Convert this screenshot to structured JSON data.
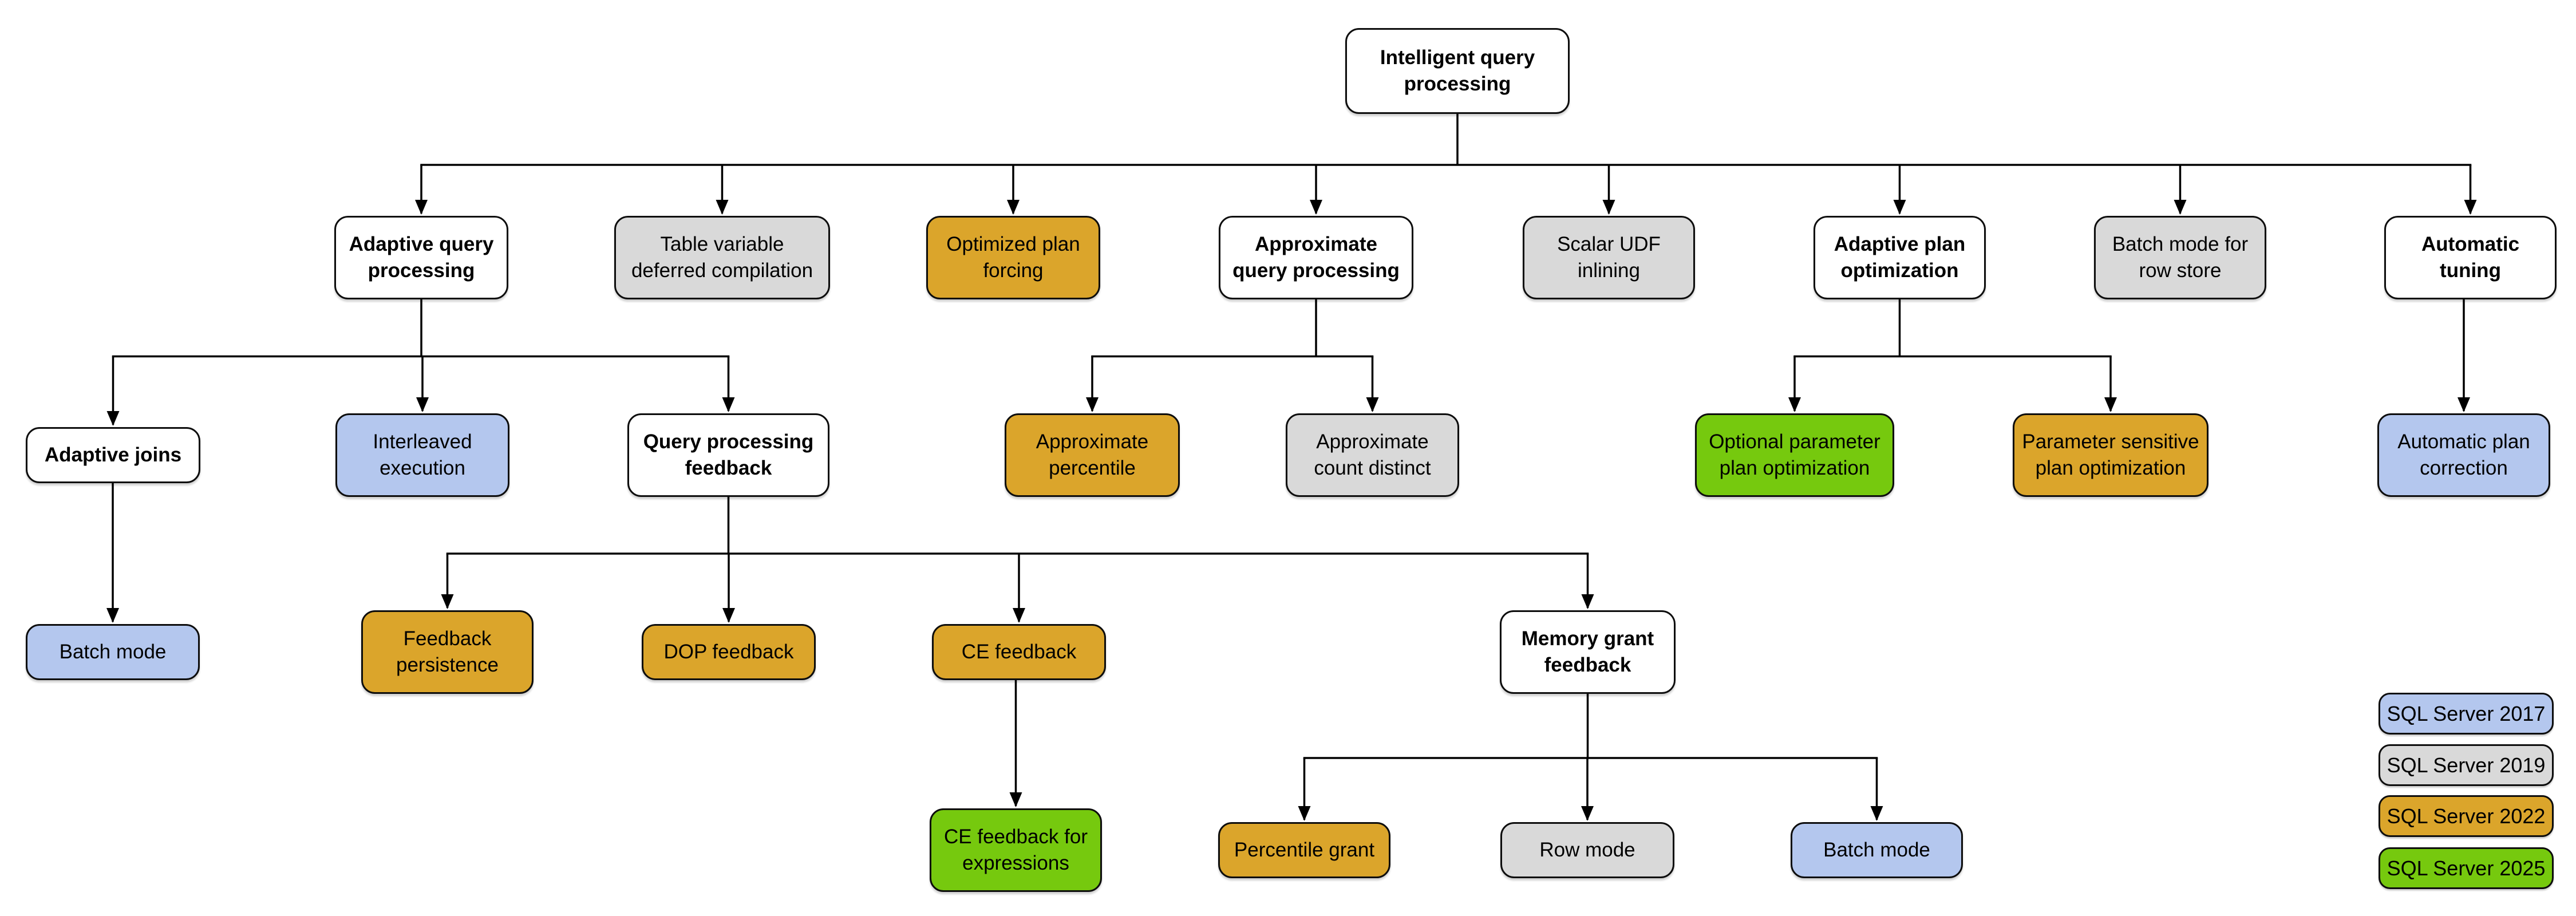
{
  "versions": [
    {
      "id": "2017",
      "label": "SQL Server 2017",
      "color": "#B4C7EE"
    },
    {
      "id": "2019",
      "label": "SQL Server 2019",
      "color": "#D9D9D9"
    },
    {
      "id": "2022",
      "label": "SQL Server 2022",
      "color": "#DBA52B"
    },
    {
      "id": "2025",
      "label": "SQL Server 2025",
      "color": "#76C90E"
    }
  ],
  "node_default_color": "#FFFFFF",
  "nodes": {
    "root": {
      "label": "Intelligent query\nprocessing",
      "version": null
    },
    "adaptive_query_processing": {
      "label": "Adaptive query\nprocessing",
      "version": null
    },
    "table_variable_deferred_compilation": {
      "label": "Table variable\ndeferred compilation",
      "version": "2019"
    },
    "optimized_plan_forcing": {
      "label": "Optimized plan\nforcing",
      "version": "2022"
    },
    "approximate_query_processing": {
      "label": "Approximate\nquery processing",
      "version": null
    },
    "scalar_udf_inlining": {
      "label": "Scalar UDF\ninlining",
      "version": "2019"
    },
    "adaptive_plan_optimization": {
      "label": "Adaptive plan\noptimization",
      "version": null
    },
    "batch_mode_for_row_store": {
      "label": "Batch mode for\nrow store",
      "version": "2019"
    },
    "automatic_tuning": {
      "label": "Automatic\ntuning",
      "version": null
    },
    "adaptive_joins": {
      "label": "Adaptive joins",
      "version": null
    },
    "interleaved_execution": {
      "label": "Interleaved\nexecution",
      "version": "2017"
    },
    "query_processing_feedback": {
      "label": "Query processing\nfeedback",
      "version": null
    },
    "approximate_percentile": {
      "label": "Approximate\npercentile",
      "version": "2022"
    },
    "approximate_count_distinct": {
      "label": "Approximate\ncount distinct",
      "version": "2019"
    },
    "optional_parameter_plan_optimization": {
      "label": "Optional parameter\nplan optimization",
      "version": "2025"
    },
    "parameter_sensitive_plan_optimization": {
      "label": "Parameter sensitive\nplan optimization",
      "version": "2022"
    },
    "automatic_plan_correction": {
      "label": "Automatic plan\ncorrection",
      "version": "2017"
    },
    "batch_mode_adaptive_joins": {
      "label": "Batch mode",
      "version": "2017"
    },
    "feedback_persistence": {
      "label": "Feedback\npersistence",
      "version": "2022"
    },
    "dop_feedback": {
      "label": "DOP feedback",
      "version": "2022"
    },
    "ce_feedback": {
      "label": "CE feedback",
      "version": "2022"
    },
    "memory_grant_feedback": {
      "label": "Memory grant\nfeedback",
      "version": null
    },
    "ce_feedback_for_expressions": {
      "label": "CE feedback for\nexpressions",
      "version": "2025"
    },
    "percentile_grant": {
      "label": "Percentile grant",
      "version": "2022"
    },
    "row_mode": {
      "label": "Row mode",
      "version": "2019"
    },
    "batch_mode_memory_grant": {
      "label": "Batch mode",
      "version": "2017"
    }
  },
  "edges": [
    {
      "from": "root",
      "to": "adaptive_query_processing"
    },
    {
      "from": "root",
      "to": "table_variable_deferred_compilation"
    },
    {
      "from": "root",
      "to": "optimized_plan_forcing"
    },
    {
      "from": "root",
      "to": "approximate_query_processing"
    },
    {
      "from": "root",
      "to": "scalar_udf_inlining"
    },
    {
      "from": "root",
      "to": "adaptive_plan_optimization"
    },
    {
      "from": "root",
      "to": "batch_mode_for_row_store"
    },
    {
      "from": "root",
      "to": "automatic_tuning"
    },
    {
      "from": "adaptive_query_processing",
      "to": "adaptive_joins"
    },
    {
      "from": "adaptive_query_processing",
      "to": "interleaved_execution"
    },
    {
      "from": "adaptive_query_processing",
      "to": "query_processing_feedback"
    },
    {
      "from": "approximate_query_processing",
      "to": "approximate_percentile"
    },
    {
      "from": "approximate_query_processing",
      "to": "approximate_count_distinct"
    },
    {
      "from": "adaptive_plan_optimization",
      "to": "optional_parameter_plan_optimization"
    },
    {
      "from": "adaptive_plan_optimization",
      "to": "parameter_sensitive_plan_optimization"
    },
    {
      "from": "automatic_tuning",
      "to": "automatic_plan_correction"
    },
    {
      "from": "adaptive_joins",
      "to": "batch_mode_adaptive_joins"
    },
    {
      "from": "query_processing_feedback",
      "to": "feedback_persistence"
    },
    {
      "from": "query_processing_feedback",
      "to": "dop_feedback"
    },
    {
      "from": "query_processing_feedback",
      "to": "ce_feedback"
    },
    {
      "from": "query_processing_feedback",
      "to": "memory_grant_feedback"
    },
    {
      "from": "ce_feedback",
      "to": "ce_feedback_for_expressions"
    },
    {
      "from": "memory_grant_feedback",
      "to": "percentile_grant"
    },
    {
      "from": "memory_grant_feedback",
      "to": "row_mode"
    },
    {
      "from": "memory_grant_feedback",
      "to": "batch_mode_memory_grant"
    }
  ]
}
